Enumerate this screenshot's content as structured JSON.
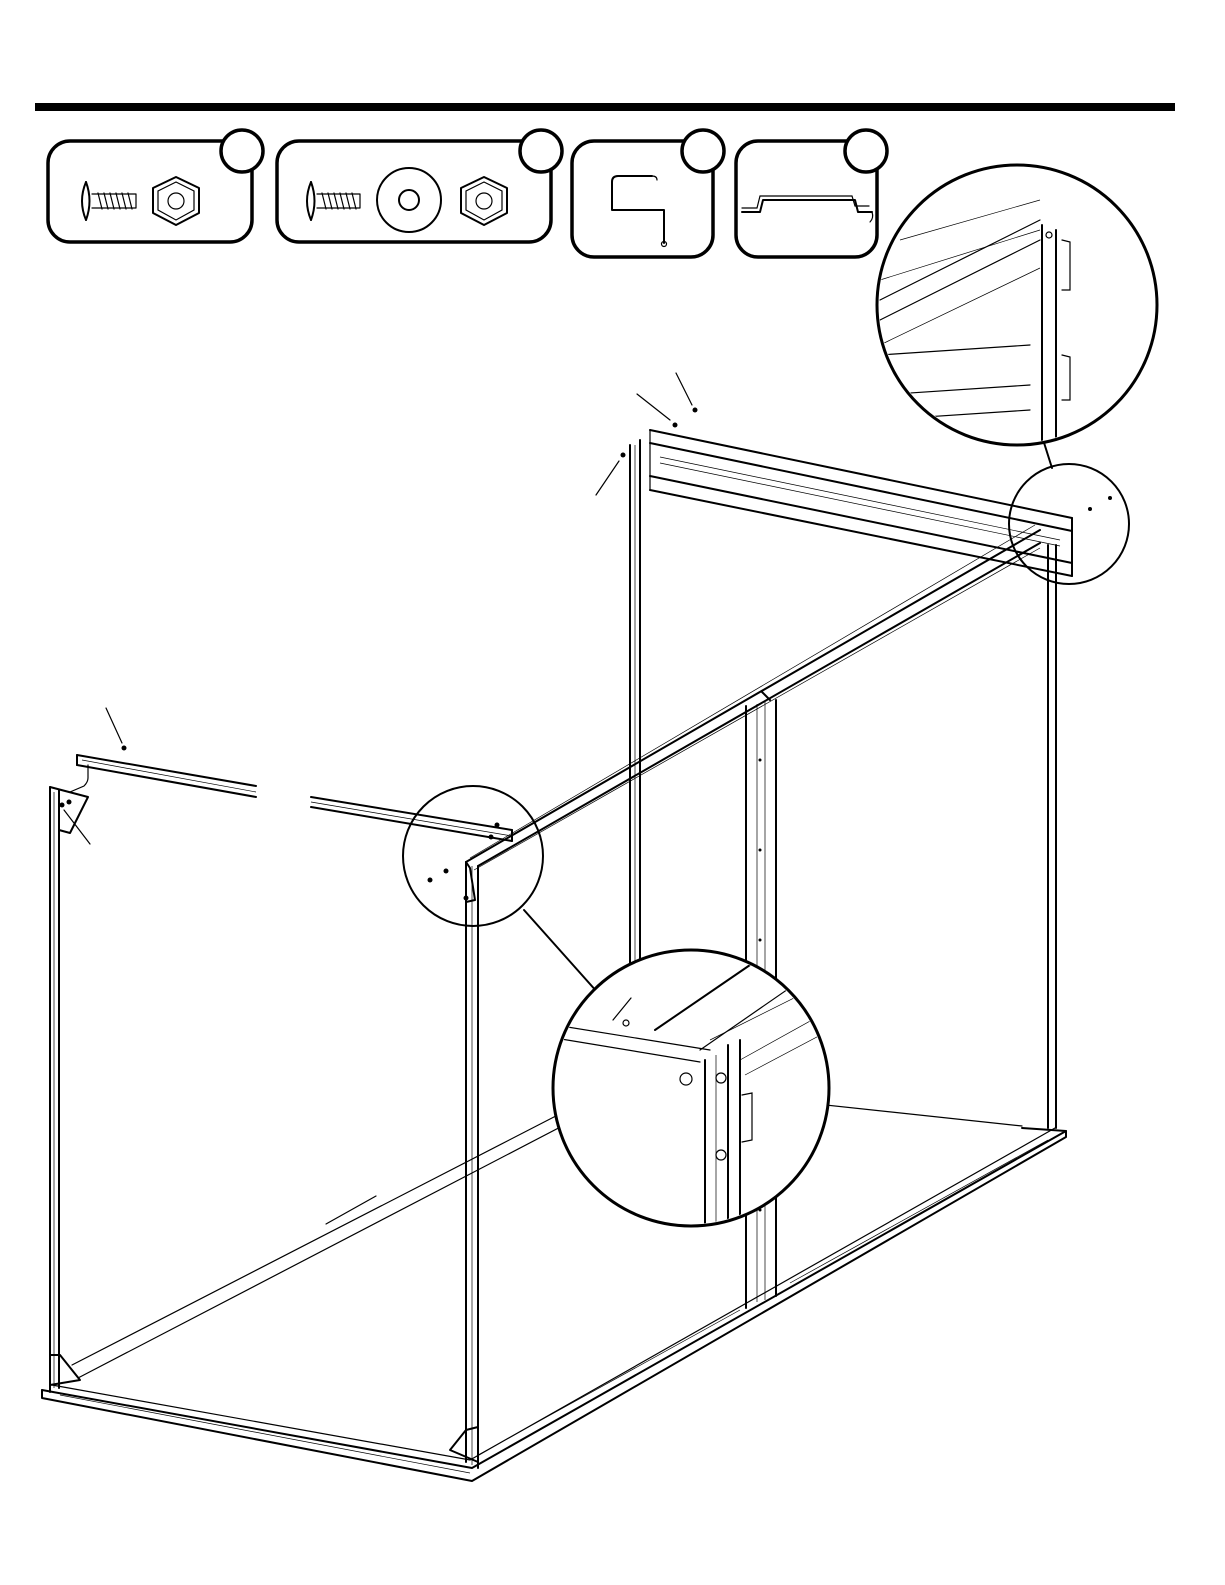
{
  "document": {
    "type": "assembly-instruction-step",
    "colors": {
      "ink": "#000000",
      "paper": "#ffffff"
    }
  },
  "hardware_parts": [
    {
      "id": "bolt-nut",
      "icon": "bolt-and-hex-nut-icon",
      "label": ""
    },
    {
      "id": "bolt-washer-nut",
      "icon": "bolt-washer-hex-nut-icon",
      "label": ""
    },
    {
      "id": "hook-bracket",
      "icon": "z-hook-bracket-icon",
      "label": ""
    },
    {
      "id": "channel-profile",
      "icon": "channel-profile-icon",
      "label": ""
    }
  ],
  "detail_views": [
    {
      "id": "top-right-corner",
      "icon": "magnifier-callout-icon"
    },
    {
      "id": "front-corner",
      "icon": "magnifier-callout-icon"
    }
  ]
}
